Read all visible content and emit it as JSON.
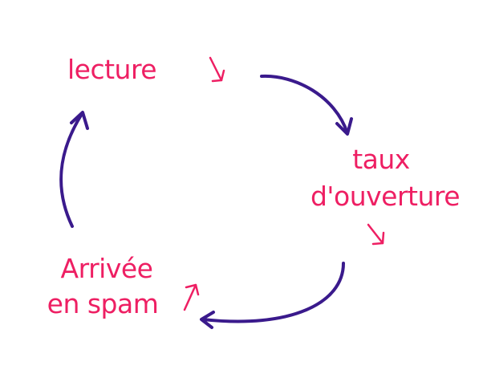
{
  "diagram": {
    "type": "cycle",
    "nodes": [
      {
        "id": "lecture",
        "lines": [
          "lecture"
        ]
      },
      {
        "id": "taux-ouverture",
        "lines": [
          "taux",
          "d'ouverture"
        ]
      },
      {
        "id": "arrivee-spam",
        "lines": [
          "Arrivée",
          "en spam"
        ]
      }
    ],
    "edges": [
      {
        "from": "lecture",
        "to": "taux-ouverture"
      },
      {
        "from": "taux-ouverture",
        "to": "arrivee-spam"
      },
      {
        "from": "arrivee-spam",
        "to": "lecture"
      }
    ],
    "trend_marks": {
      "lecture": "down",
      "taux-ouverture": "down",
      "arrivee-spam": "up"
    },
    "colors": {
      "label": "#ee1f63",
      "arrow": "#3a1a8c",
      "background": "#ffffff"
    }
  }
}
